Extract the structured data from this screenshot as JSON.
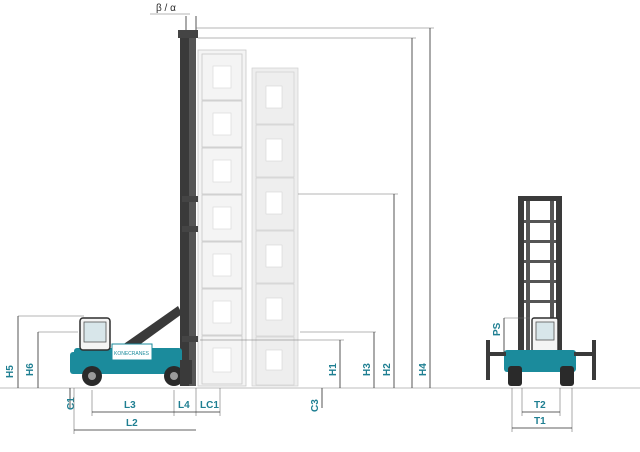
{
  "colors": {
    "accent": "#1b8b9c",
    "label": "#1f7f92",
    "line": "#2b2b2b"
  },
  "labels": {
    "beta_alpha": "β / α",
    "H5": "H5",
    "H6": "H6",
    "C1": "C1",
    "L3": "L3",
    "L4": "L4",
    "LC1": "LC1",
    "L2": "L2",
    "C3": "C3",
    "H1": "H1",
    "H3": "H3",
    "H2": "H2",
    "H4": "H4",
    "PS": "PS",
    "T2": "T2",
    "T1": "T1"
  },
  "vehicle_brand_text": "KONECRANES"
}
